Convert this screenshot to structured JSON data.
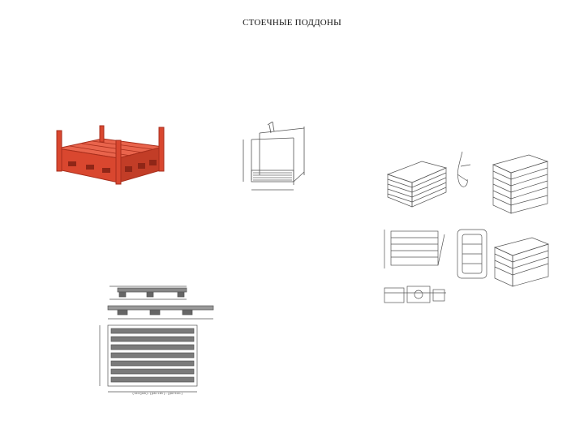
{
  "slide": {
    "title": "СТОЕЧНЫЕ ПОДДОНЫ",
    "caption": "(stojka)-(pallet)-(portal)"
  },
  "colors": {
    "red_pallet": "#d9472f",
    "red_dark": "#a82e1c",
    "line": "#555555",
    "background": "#ffffff"
  },
  "icons": [
    "red-stacking-pallet-image",
    "rack-pallet-drawing-image",
    "pallet-variants-drawing-image",
    "pallet-plan-drawing-image"
  ]
}
